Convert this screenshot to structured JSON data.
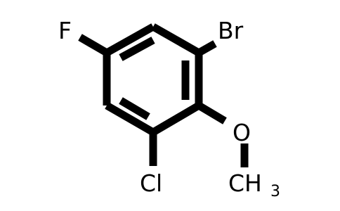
{
  "molecule": {
    "atoms": {
      "fluorine": "F",
      "bromine": "Br",
      "chlorine": "Cl",
      "oxygen": "O",
      "methyl_carbon": "CH",
      "methyl_subscript": "3"
    }
  }
}
